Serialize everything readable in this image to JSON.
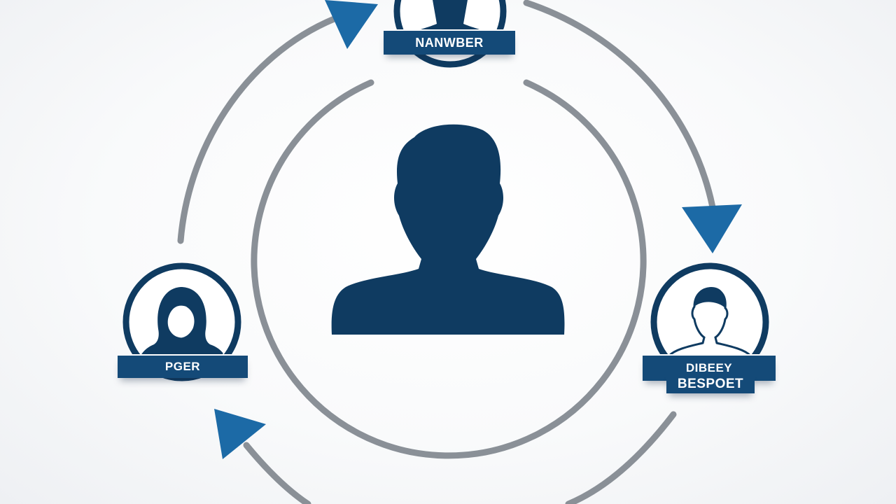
{
  "diagram": {
    "roles": [
      {
        "id": "top",
        "label": "NANWBER"
      },
      {
        "id": "left",
        "label": "PGER"
      },
      {
        "id": "right",
        "label": "DIBEEY",
        "sublabel": "BESPOET"
      }
    ],
    "colors": {
      "navy": "#0f3b61",
      "blue_accent": "#1c6aa6",
      "ring_gray": "#8a9097",
      "label_bg": "#144a78",
      "background": "#f7f8fa"
    },
    "icons": [
      "central-person-icon",
      "male-avatar-icon",
      "female-avatar-icon",
      "cycle-arrow-icon"
    ]
  }
}
